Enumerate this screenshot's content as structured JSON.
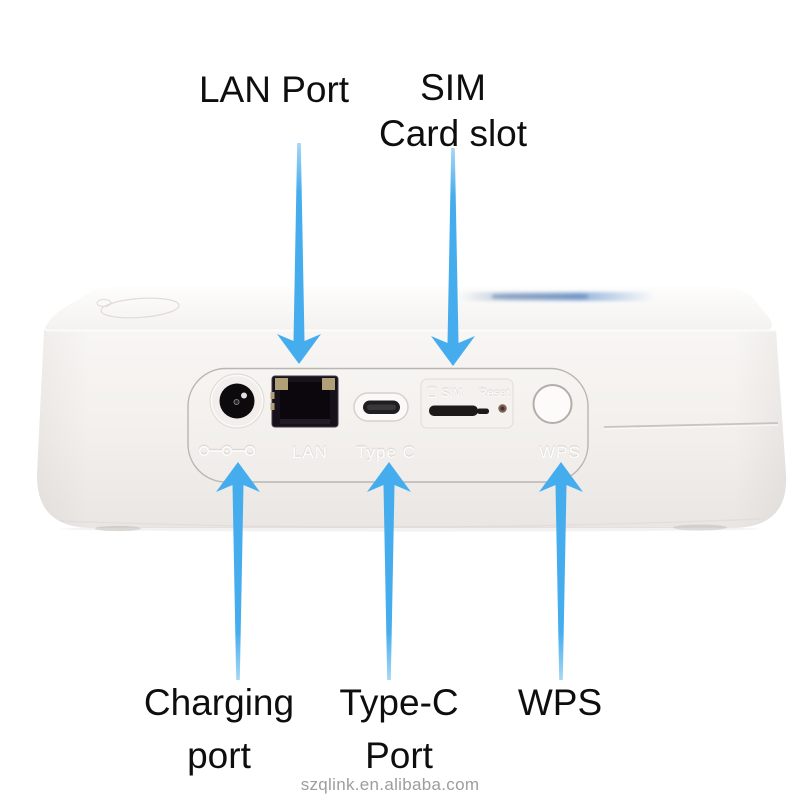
{
  "colors": {
    "arrow_blue": "#45aded",
    "arrow_blue_pale": "#a6d7f5",
    "label_black": "#0e0e0e",
    "watermark_gray": "#9d9d9d",
    "device_body": "#f3f1ee",
    "panel_outline": "#b8b5b2"
  },
  "callouts": {
    "lan_port": {
      "label": "LAN Port"
    },
    "sim_card_slot": {
      "line1": "SIM",
      "line2": "Card slot"
    },
    "charging_port": {
      "line1": "Charging",
      "line2": "port"
    },
    "type_c_port": {
      "line1": "Type-C",
      "line2": "Port"
    },
    "wps": {
      "label": "WPS"
    }
  },
  "device_panel": {
    "lan_label": "LAN",
    "type_c_label": "Type C",
    "wps_label": "WPS",
    "sim_module": {
      "sim_label": "SIM",
      "reset_label": "Reset"
    },
    "icons": {
      "power_polarity": "power-polarity-icon",
      "sim_card": "sim-card-icon"
    }
  },
  "watermark": {
    "text": "szqlink.en.alibaba.com"
  }
}
